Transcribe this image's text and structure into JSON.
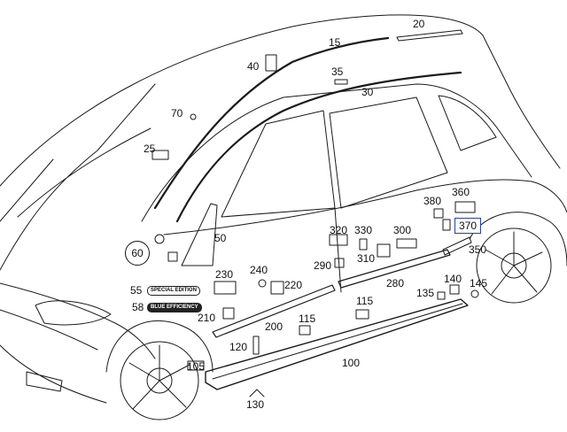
{
  "colors": {
    "line": "#1a1a1a",
    "highlight_box": "#2a3fa0"
  },
  "callouts": [
    {
      "id": "p20",
      "text": "20"
    },
    {
      "id": "p15",
      "text": "15"
    },
    {
      "id": "p40",
      "text": "40"
    },
    {
      "id": "p35",
      "text": "35"
    },
    {
      "id": "p30",
      "text": "30"
    },
    {
      "id": "p70",
      "text": "70"
    },
    {
      "id": "p25",
      "text": "25"
    },
    {
      "id": "p360",
      "text": "360"
    },
    {
      "id": "p380",
      "text": "380"
    },
    {
      "id": "p370",
      "text": "370",
      "highlighted": true
    },
    {
      "id": "p50",
      "text": "50"
    },
    {
      "id": "p60",
      "text": "60"
    },
    {
      "id": "p320",
      "text": "320"
    },
    {
      "id": "p330",
      "text": "330"
    },
    {
      "id": "p300",
      "text": "300"
    },
    {
      "id": "p350",
      "text": "350"
    },
    {
      "id": "p290",
      "text": "290"
    },
    {
      "id": "p310",
      "text": "310"
    },
    {
      "id": "p230",
      "text": "230"
    },
    {
      "id": "p240",
      "text": "240"
    },
    {
      "id": "p220",
      "text": "220"
    },
    {
      "id": "p280",
      "text": "280"
    },
    {
      "id": "p140",
      "text": "140"
    },
    {
      "id": "p55",
      "text": "55"
    },
    {
      "id": "p135",
      "text": "135"
    },
    {
      "id": "p145",
      "text": "145"
    },
    {
      "id": "p58",
      "text": "58"
    },
    {
      "id": "p115a",
      "text": "115"
    },
    {
      "id": "p115b",
      "text": "115"
    },
    {
      "id": "p210",
      "text": "210"
    },
    {
      "id": "p200",
      "text": "200"
    },
    {
      "id": "p120",
      "text": "120"
    },
    {
      "id": "p105",
      "text": "105"
    },
    {
      "id": "p100",
      "text": "100"
    },
    {
      "id": "p130",
      "text": "130"
    }
  ],
  "badges": {
    "special_edition": "SPECIAL EDITION",
    "blue_efficiency": "BLUE EFFICIENCY"
  }
}
